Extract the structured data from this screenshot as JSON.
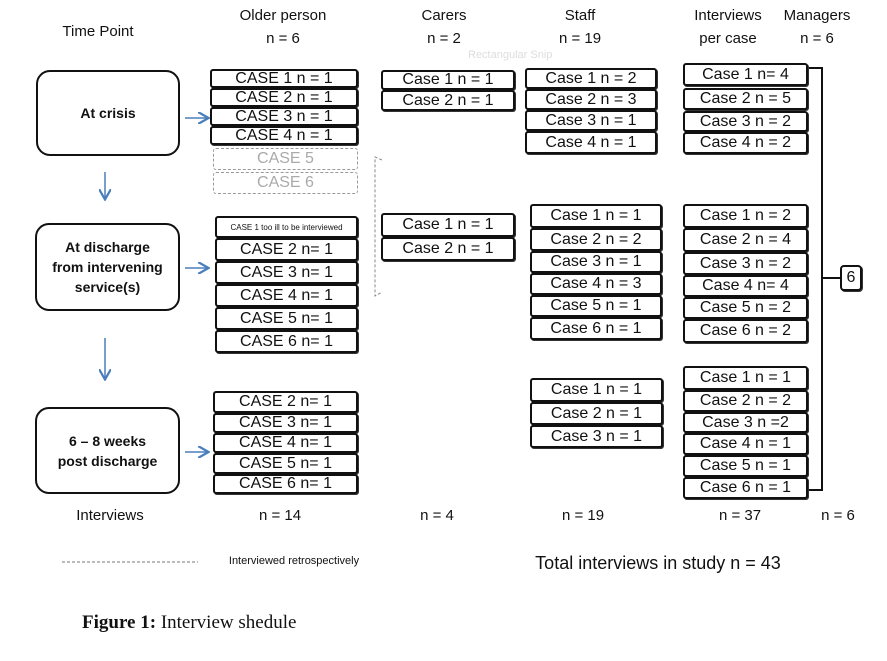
{
  "headers": {
    "time_point": "Time Point",
    "older_person": "Older person",
    "older_person_n": "n = 6",
    "carers": "Carers",
    "carers_n": "n = 2",
    "staff": "Staff",
    "staff_n": "n = 19",
    "interviews_per_case_1": "Interviews",
    "interviews_per_case_2": "per case",
    "managers": "Managers",
    "managers_n": "n = 6"
  },
  "watermark": "Rectangular Snip",
  "time_points": [
    "At crisis",
    "At discharge from intervening service(s)",
    "6 – 8 weeks post discharge"
  ],
  "older_person": {
    "crisis": [
      "CASE 1 n = 1",
      "CASE 2 n = 1",
      "CASE 3  n = 1",
      "CASE 4  n = 1"
    ],
    "crisis_retrospective": [
      "CASE 5",
      "CASE 6"
    ],
    "discharge": [
      "CASE 1 too ill to be interviewed",
      "CASE 2 n= 1",
      "CASE 3 n= 1",
      "CASE 4 n= 1",
      "CASE 5 n= 1",
      "CASE 6 n= 1"
    ],
    "post": [
      "CASE 2 n= 1",
      "CASE 3 n= 1",
      "CASE 4 n= 1",
      "CASE 5 n= 1",
      "CASE 6 n= 1"
    ]
  },
  "carers": {
    "crisis": [
      "Case 1 n = 1",
      "Case 2 n = 1"
    ],
    "discharge": [
      "Case 1 n = 1",
      "Case 2 n = 1"
    ]
  },
  "staff": {
    "crisis": [
      "Case 1 n = 2",
      "Case 2 n = 3",
      "Case  3 n = 1",
      "Case  4 n = 1"
    ],
    "discharge": [
      "Case  1 n = 1",
      "Case 2  n = 2",
      "Case 3  n = 1",
      "Case 4  n = 3",
      "Case 5  n = 1",
      "Case 6  n = 1"
    ],
    "post": [
      "Case 1  n = 1",
      "Case 2  n = 1",
      "Case 3  n = 1"
    ]
  },
  "interviews_per_case": {
    "crisis": [
      "Case 1 n= 4",
      "Case 2 n = 5",
      "Case 3 n = 2",
      "Case 4 n = 2"
    ],
    "discharge": [
      "Case 1 n = 2",
      "Case 2 n = 4",
      "Case 3 n = 2",
      "Case 4 n= 4",
      "Case 5 n = 2",
      "Case 6 n = 2"
    ],
    "post": [
      "Case 1 n = 1",
      "Case 2 n = 2",
      "Case 3 n =2",
      "Case 4 n = 1",
      "Case 5 n = 1",
      "Case 6 n = 1"
    ]
  },
  "managers_box": "6",
  "totals": {
    "label": "Interviews",
    "older_person": "n = 14",
    "carers": "n = 4",
    "staff": "n = 19",
    "interviews_per_case": "n = 37",
    "managers": "n = 6"
  },
  "legend": "Interviewed  retrospectively",
  "total_study": "Total interviews in study n = 43",
  "caption": {
    "label": "Figure 1:",
    "text": " Interview shedule"
  },
  "colors": {
    "arrow": "#4a7ebb",
    "dashed": "#999999"
  }
}
